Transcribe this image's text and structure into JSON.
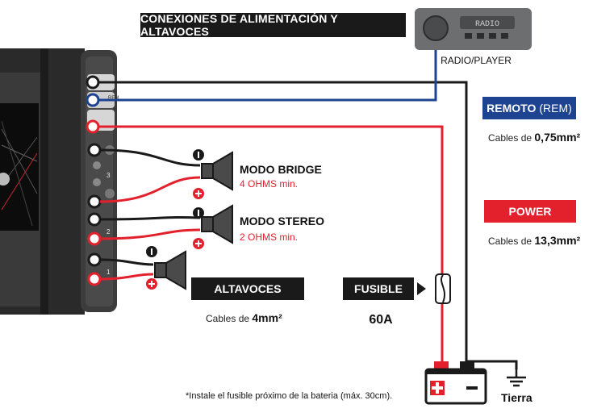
{
  "title": "CONEXIONES DE ALIMENTACIÓN Y ALTAVOCES",
  "radio": {
    "display": "RADIO",
    "caption": "RADIO/PLAYER"
  },
  "remote": {
    "label_bold": "REMOTO",
    "label_light": "(REM)",
    "cable_prefix": "Cables de",
    "cable_value": "0,75mm²"
  },
  "power": {
    "label": "POWER",
    "cable_prefix": "Cables de",
    "cable_value": "13,3mm²"
  },
  "bridge": {
    "title": "MODO BRIDGE",
    "subtitle": "4 OHMS min."
  },
  "stereo": {
    "title": "MODO STEREO",
    "subtitle": "2 OHMS min."
  },
  "speakers": {
    "label": "ALTAVOCES",
    "cable_prefix": "Cables de",
    "cable_value": "4mm²"
  },
  "fuse": {
    "label": "FUSIBLE",
    "value": "60A"
  },
  "terminal_labels": {
    "remote": "REM",
    "channel_3": "3",
    "channel_2": "2",
    "channel_1": "1"
  },
  "note": "*Instale el fusible próximo de la bateria (máx. 30cm).",
  "ground": "Tierra",
  "colors": {
    "red": "#e3212d",
    "blue": "#1e4390",
    "black": "#1a1a1a"
  }
}
